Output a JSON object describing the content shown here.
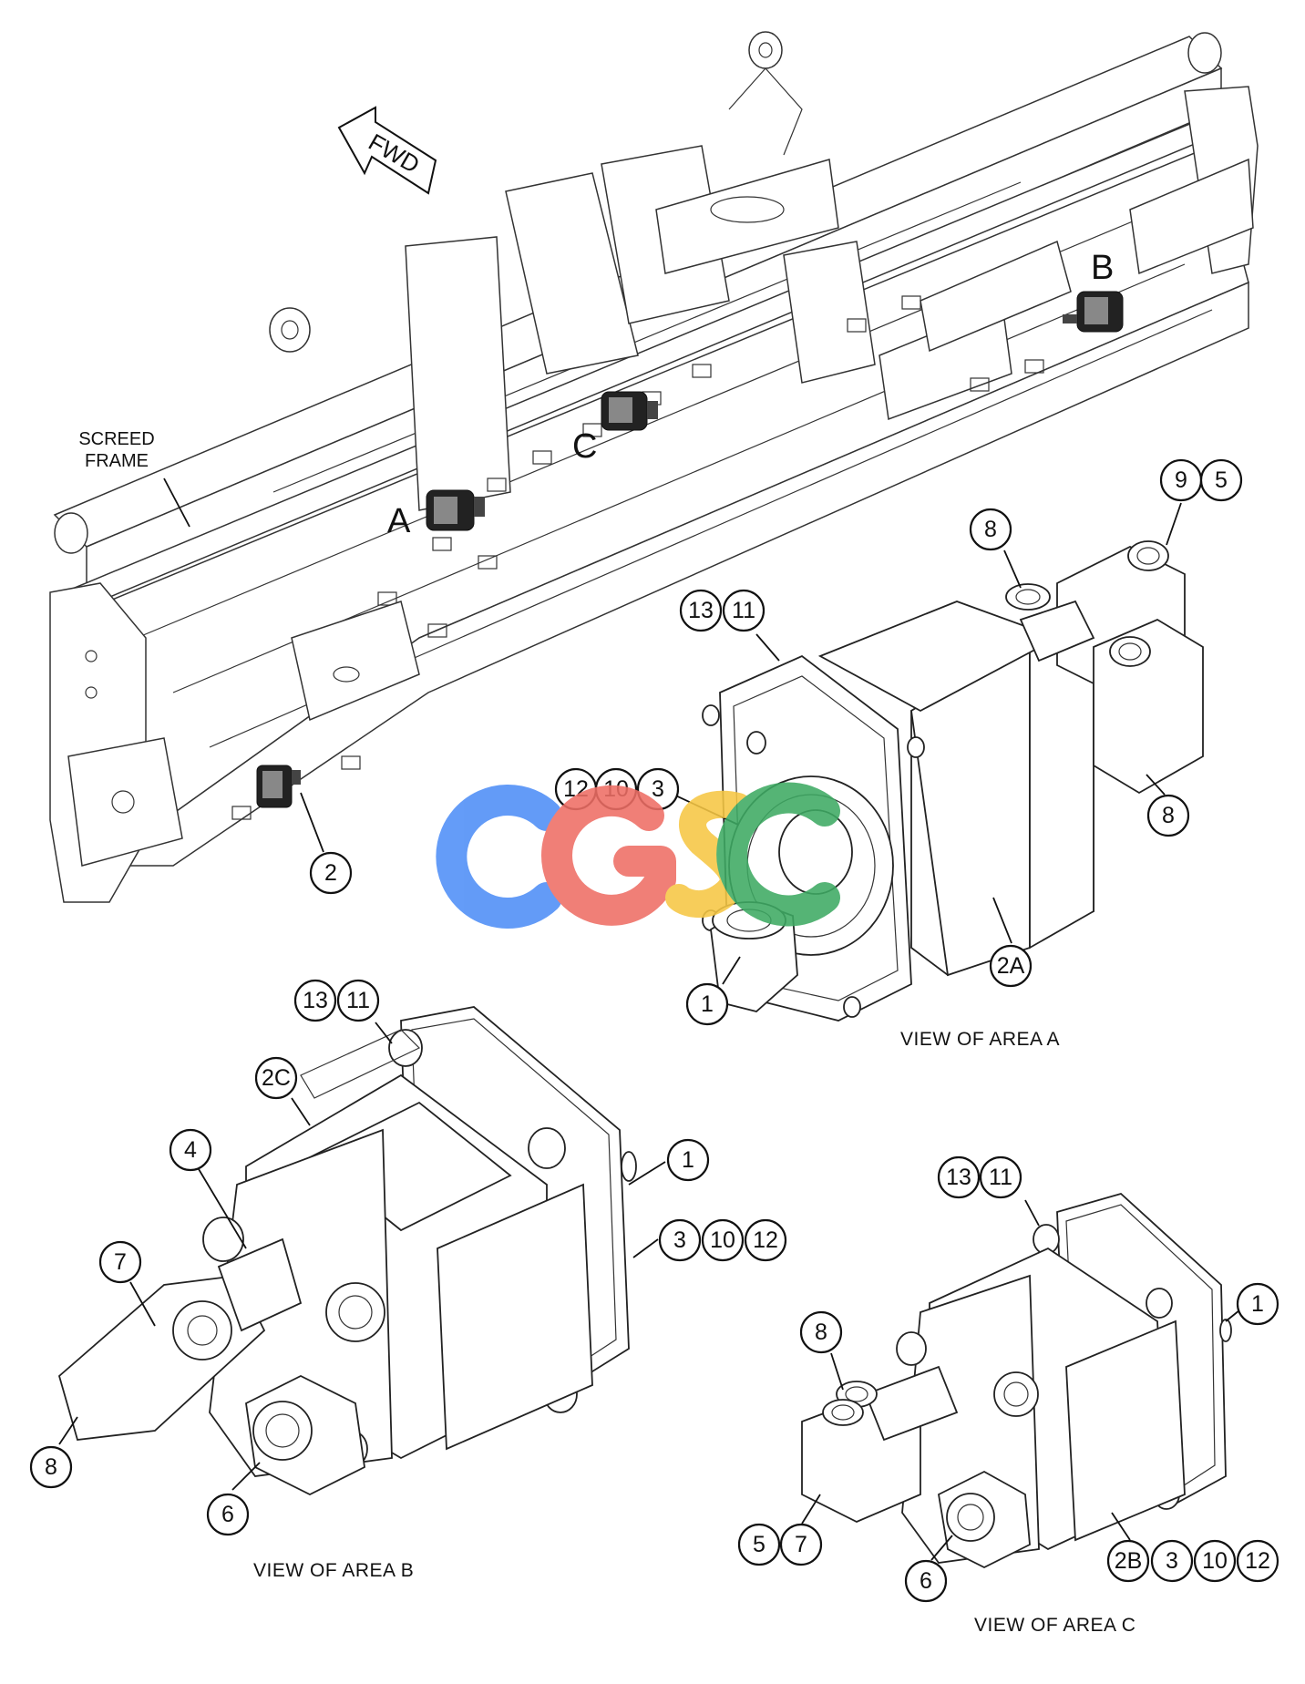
{
  "fwd_label": "FWD",
  "screed_frame_label": [
    "SCREED",
    "FRAME"
  ],
  "area_markers": {
    "a": "A",
    "b": "B",
    "c": "C"
  },
  "watermark": {
    "text": "CGSC",
    "colors": [
      "#4e8ef7",
      "#ee6e65",
      "#f6c744",
      "#3eaa63"
    ]
  },
  "captions": {
    "view_a": "VIEW OF AREA A",
    "view_b": "VIEW OF AREA B",
    "view_c": "VIEW OF AREA C"
  },
  "callouts": {
    "main_2": "2",
    "a_9": "9",
    "a_5": "5",
    "a_8_top": "8",
    "a_13": "13",
    "a_11": "11",
    "a_12": "12",
    "a_10": "10",
    "a_3": "3",
    "a_8_right": "8",
    "a_2a": "2A",
    "a_1": "1",
    "b_13": "13",
    "b_11": "11",
    "b_2c": "2C",
    "b_4": "4",
    "b_7": "7",
    "b_1": "1",
    "b_3": "3",
    "b_10": "10",
    "b_12": "12",
    "b_8": "8",
    "b_6": "6",
    "c_13": "13",
    "c_11": "11",
    "c_1": "1",
    "c_8": "8",
    "c_5": "5",
    "c_7": "7",
    "c_6": "6",
    "c_2b": "2B",
    "c_3": "3",
    "c_10": "10",
    "c_12": "12"
  }
}
